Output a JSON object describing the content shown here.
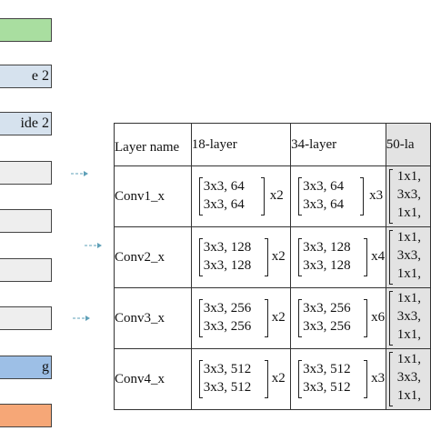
{
  "left_blocks": [
    {
      "label": "",
      "fill": "#a9dea0"
    },
    {
      "label": "e 2",
      "fill": "#d6e2ee"
    },
    {
      "label": "ide 2",
      "fill": "#d6e2ee"
    },
    {
      "label": "",
      "fill": "#eeeeee"
    },
    {
      "label": "",
      "fill": "#eeeeee"
    },
    {
      "label": "",
      "fill": "#eeeeee"
    },
    {
      "label": "",
      "fill": "#eeeeee"
    },
    {
      "label": "g",
      "fill": "#9dbfe6"
    },
    {
      "label": "",
      "fill": "#f6a777"
    }
  ],
  "table": {
    "headers": [
      "Layer name",
      "18-layer",
      "34-layer",
      "50-la"
    ],
    "rows": [
      {
        "name": "Conv1_x",
        "l18": [
          "3x3, 64",
          "3x3, 64"
        ],
        "m18": "x2",
        "l34": [
          "3x3, 64",
          "3x3, 64"
        ],
        "m34": "x3",
        "l50": [
          "1x1,",
          "3x3,",
          "1x1,"
        ]
      },
      {
        "name": "Conv2_x",
        "l18": [
          "3x3, 128",
          "3x3, 128"
        ],
        "m18": "x2",
        "l34": [
          "3x3, 128",
          "3x3, 128"
        ],
        "m34": "x4",
        "l50": [
          "1x1,",
          "3x3,",
          "1x1,"
        ]
      },
      {
        "name": "Conv3_x",
        "l18": [
          "3x3, 256",
          "3x3, 256"
        ],
        "m18": "x2",
        "l34": [
          "3x3, 256",
          "3x3, 256"
        ],
        "m34": "x6",
        "l50": [
          "1x1,",
          "3x3,",
          "1x1,"
        ]
      },
      {
        "name": "Conv4_x",
        "l18": [
          "3x3, 512",
          "3x3, 512"
        ],
        "m18": "x2",
        "l34": [
          "3x3, 512",
          "3x3, 512"
        ],
        "m34": "x3",
        "l50": [
          "1x1,",
          "3x3,",
          "1x1,"
        ]
      }
    ]
  },
  "colors": {
    "highlight_column": "#e3e3e3",
    "arrow": "#5fa0b8"
  }
}
